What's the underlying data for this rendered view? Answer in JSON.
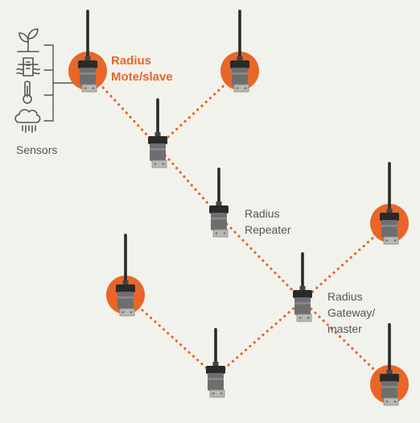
{
  "colors": {
    "background": "#f2f2ec",
    "accent": "#e8662a",
    "link": "#e8662a",
    "device_dark": "#2a2a2a",
    "device_body": "#6e6e6e",
    "icon_stroke": "#555555",
    "label_text": "#555555"
  },
  "sensors": {
    "label": "Sensors",
    "icons": [
      "plant-sprout-icon",
      "water-level-icon",
      "thermometer-icon",
      "rain-cloud-icon"
    ]
  },
  "labels": {
    "mote_line1": "Radius",
    "mote_line2": "Mote/slave",
    "repeater_line1": "Radius",
    "repeater_line2": "Repeater",
    "gateway_line1": "Radius",
    "gateway_line2": "Gateway/",
    "gateway_line3": "master"
  },
  "nodes": [
    {
      "id": "mote-1",
      "role": "mote"
    },
    {
      "id": "mote-2",
      "role": "mote"
    },
    {
      "id": "repeater-1",
      "role": "repeater"
    },
    {
      "id": "repeater-2",
      "role": "repeater"
    },
    {
      "id": "mote-3",
      "role": "mote"
    },
    {
      "id": "mote-4",
      "role": "mote"
    },
    {
      "id": "gateway",
      "role": "gateway"
    },
    {
      "id": "mote-5",
      "role": "mote"
    },
    {
      "id": "repeater-3",
      "role": "repeater"
    }
  ],
  "links": [
    [
      "mote-1",
      "repeater-1"
    ],
    [
      "mote-2",
      "repeater-1"
    ],
    [
      "repeater-1",
      "repeater-2"
    ],
    [
      "repeater-2",
      "gateway"
    ],
    [
      "mote-4",
      "gateway"
    ],
    [
      "mote-5",
      "gateway"
    ],
    [
      "mote-3",
      "repeater-3"
    ],
    [
      "repeater-3",
      "gateway"
    ]
  ]
}
